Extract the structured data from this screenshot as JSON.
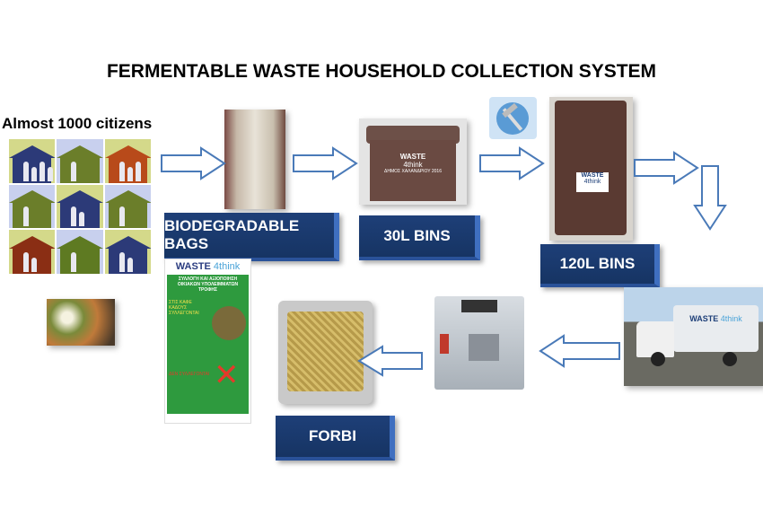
{
  "title": "FERMENTABLE WASTE HOUSEHOLD COLLECTION SYSTEM",
  "citizens_label": "Almost 1000 citizens",
  "labels": {
    "bags": "BIODEGRADABLE BAGS",
    "bins30": "30L BINS",
    "bins120": "120L BINS",
    "forbi": "FORBI"
  },
  "bin30_sticker": {
    "brand": "WASTE",
    "sub": "4think",
    "municipality": "ΔΗΜΟΣ ΧΑΛΑΝΔΡΙΟΥ 2016"
  },
  "bin120_sticker": {
    "brand": "WASTE",
    "sub": "4think"
  },
  "truck_logo": {
    "brand": "WASTE",
    "sub": "4think"
  },
  "poster": {
    "brand": "WASTE",
    "sub": "4think",
    "headline": "ΣΥΛΛΟΓΗ ΚΑΙ ΑΞΙΟΠΟΙΗΣΗ ΟΙΚΙΑΚΩΝ ΥΠΟΛΕΙΜΜΑΤΩΝ ΤΡΟΦΗΣ",
    "yes_heading": "ΣΤΙΣ ΚΑΦΕ ΚΑΔΟΥΣ ΣΥΛΛΕΓΟΝΤΑΙ",
    "no_heading": "ΔΕΝ ΣΥΛΛΕΓΟΝΤΑΙ"
  },
  "colors": {
    "label_bg": "#1e3f78",
    "arrow_stroke": "#4a7ab8",
    "poster_green": "#2e9a3e"
  }
}
